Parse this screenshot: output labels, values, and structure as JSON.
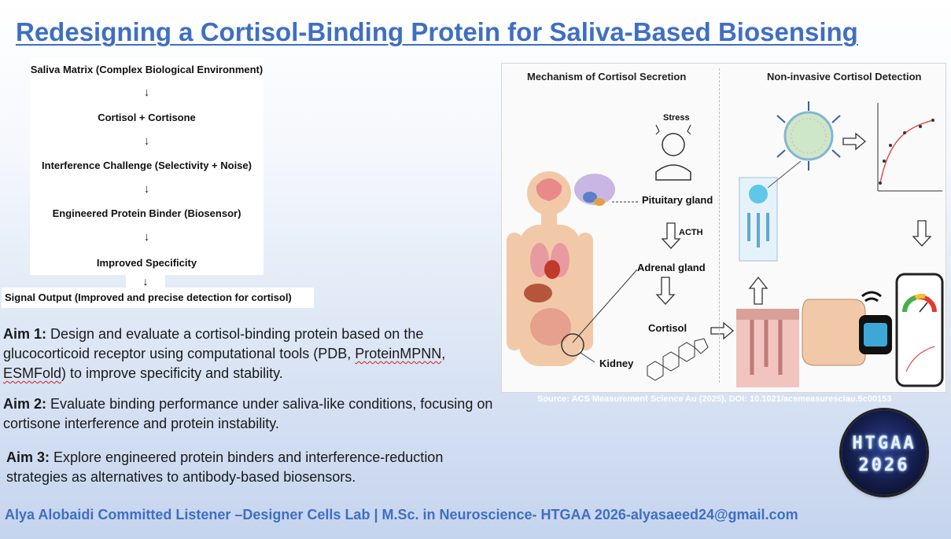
{
  "title": "Redesigning a Cortisol-Binding Protein for Saliva-Based Biosensing",
  "flowchart": {
    "steps": [
      "Saliva Matrix (Complex Biological Environment)",
      "Cortisol + Cortisone",
      "Interference Challenge (Selectivity + Noise)",
      "Engineered Protein Binder (Biosensor)",
      "Improved Specificity"
    ],
    "arrow": "↓",
    "output": "Signal Output (Improved and precise detection for cortisol)"
  },
  "aims": {
    "aim1": {
      "label": "Aim 1:",
      "text_before": " Design and evaluate a cortisol-binding protein based on the glucocorticoid receptor using computational tools (PDB, ",
      "tool1": "ProteinMPNN",
      "sep": ", ",
      "tool2": "ESMFold",
      "text_after": ") to improve specificity and stability."
    },
    "aim2": {
      "label": "Aim 2:",
      "text": " Evaluate binding performance under saliva-like conditions, focusing on cortisone interference and protein instability."
    },
    "aim3": {
      "label": "Aim 3:",
      "text": " Explore engineered protein binders and interference-reduction strategies as alternatives to antibody-based biosensors."
    }
  },
  "figure": {
    "left_header": "Mechanism of Cortisol Secretion",
    "right_header": "Non-invasive Cortisol Detection",
    "labels": {
      "stress": "Stress",
      "pituitary": "Pituitary gland",
      "acth": "ACTH",
      "adrenal": "Adrenal gland",
      "cortisol": "Cortisol",
      "kidney": "Kidney"
    }
  },
  "source": "Source: ACS Measurement Science Au (2025), DOI: 10.1021/acsmeasuresciau.5c00153",
  "logo": {
    "line1": "HTGAA",
    "line2": "2026"
  },
  "footer": "Alya Alobaidi Committed Listener –Designer Cells Lab | M.Sc. in Neuroscience- HTGAA 2026-alyasaeed24@gmail.com",
  "colors": {
    "accent": "#3f6fc2",
    "spellcheck": "#d02020"
  }
}
